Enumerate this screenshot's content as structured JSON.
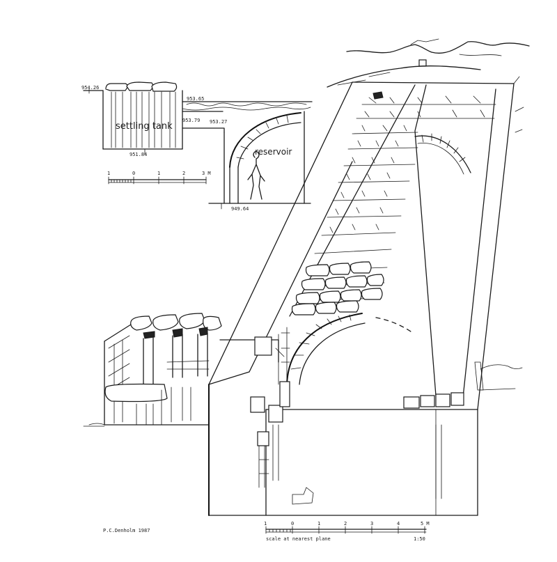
{
  "section": {
    "settling_tank_label": "settling tank",
    "reservoir_label": "reservoir",
    "elevations": {
      "top_left": "954.26",
      "top_slab": "953.65",
      "tank_step": "953.79",
      "reservoir_rim": "953.27",
      "tank_floor": "951.84",
      "reservoir_floor": "949.64"
    },
    "scale_ticks": [
      "1",
      "0",
      "1",
      "2",
      "3 M"
    ]
  },
  "iso_scale": {
    "ticks": [
      "1",
      "0",
      "1",
      "2",
      "3",
      "4",
      "5 M"
    ],
    "caption": "scale at nearest plane",
    "ratio": "1:50"
  },
  "credit": "P.C.Denholm  1987"
}
